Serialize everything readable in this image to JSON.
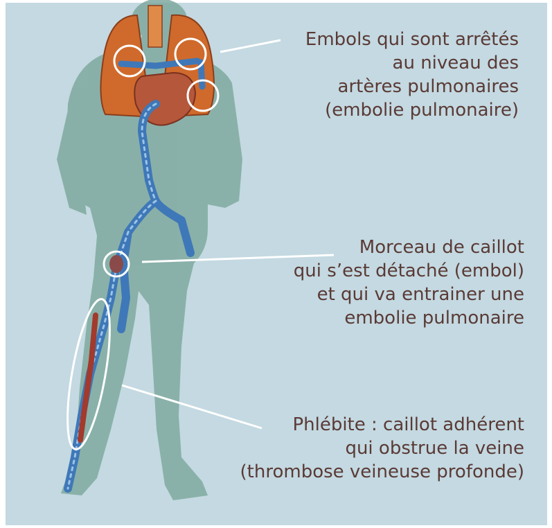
{
  "annotations": {
    "top": {
      "lines": [
        "Embols qui sont arrêtés",
        "au niveau des",
        "artères pulmonaires",
        "(embolie pulmonaire)"
      ]
    },
    "middle": {
      "lines": [
        "Morceau de caillot",
        "qui s’est détaché (embol)",
        "et qui va entrainer une",
        "embolie pulmonaire"
      ]
    },
    "bottom": {
      "lines": [
        "Phlébite : caillot adhérent",
        "qui obstrue la veine",
        "(thrombose veineuse profonde)"
      ]
    }
  },
  "colors": {
    "background": "#c4d9e1",
    "body_silhouette": "#7fa99f",
    "lungs": "#cf6a2c",
    "heart": "#b4573a",
    "vein": "#3f78b8",
    "vein_highlight": "#9cc4e6",
    "clot": "#a23a2e",
    "label_text": "#5a3a36",
    "pointer_line": "#ffffff"
  }
}
